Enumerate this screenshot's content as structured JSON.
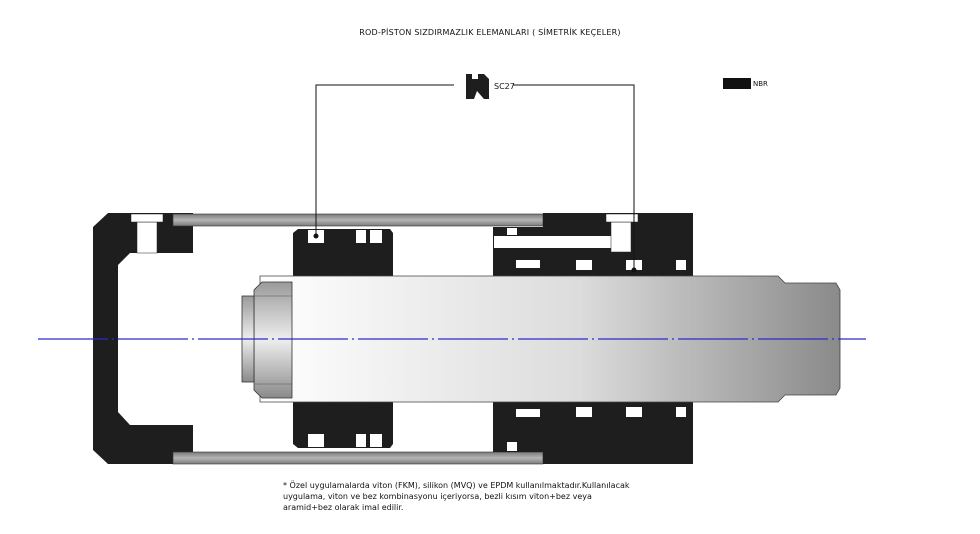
{
  "title": "ROD-PİSTON SIZDIRMAZLIK ELEMANLARI ( SİMETRİK KEÇELER)",
  "callout_label": "SC27",
  "legend": {
    "label": "NBR",
    "swatch_color": "#111111"
  },
  "note": "* Özel uygulamalarda viton (FKM), silikon (MVQ) ve EPDM kullanılmaktadır.Kullanılacak uygulama, viton ve bez kombinasyonu içeriyorsa, bezli kısım viton+bez veya aramid+bez olarak imal edilir.",
  "colors": {
    "seal": "#1e1e1e",
    "centerline": "#2a2acc",
    "rod_light": "#f2f2f2",
    "rod_dark": "#8a8a8a"
  }
}
